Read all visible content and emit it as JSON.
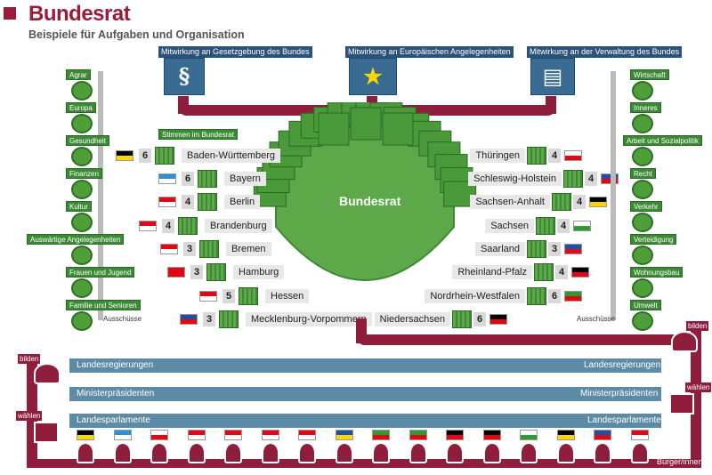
{
  "header": {
    "title": "Bundesrat",
    "subtitle": "Beispiele für Aufgaben und Organisation"
  },
  "tasks": [
    {
      "label": "Mitwirkung an Gesetzgebung des Bundes",
      "icon": "paragraph-icon",
      "glyph": "§"
    },
    {
      "label": "Mitwirkung an Europäischen Angelegenheiten",
      "icon": "eu-globe-icon",
      "glyph": "★"
    },
    {
      "label": "Mitwirkung an der Verwaltung des Bundes",
      "icon": "files-icon",
      "glyph": "▤"
    }
  ],
  "chamber_label": "Bundesrat",
  "votes_label": "Stimmen im Bundesrat",
  "committees_left": [
    "Agrar",
    "Europa",
    "Gesundheit",
    "Finanzen",
    "Kultur",
    "Auswärtige Angelegenheiten",
    "Frauen und Jugend",
    "Familie und Senioren"
  ],
  "committees_right": [
    "Wirtschaft",
    "Inneres",
    "Arbeit und Sozialpolitik",
    "Recht",
    "Verkehr",
    "Verteidigung",
    "Wohnungsbau",
    "Umwelt"
  ],
  "committees_caption": "Ausschüsse",
  "states_left": [
    {
      "name": "Baden-Württemberg",
      "votes": "6",
      "flag": [
        "#000000",
        "#ffd700"
      ]
    },
    {
      "name": "Bayern",
      "votes": "6",
      "flag": [
        "#2f8fd8",
        "#ffffff"
      ]
    },
    {
      "name": "Berlin",
      "votes": "4",
      "flag": [
        "#e30613",
        "#ffffff"
      ]
    },
    {
      "name": "Brandenburg",
      "votes": "4",
      "flag": [
        "#e30613",
        "#ffffff"
      ]
    },
    {
      "name": "Bremen",
      "votes": "3",
      "flag": [
        "#e30613",
        "#ffffff"
      ]
    },
    {
      "name": "Hamburg",
      "votes": "3",
      "flag": [
        "#e30613",
        "#e30613"
      ]
    },
    {
      "name": "Hessen",
      "votes": "5",
      "flag": [
        "#e30613",
        "#ffffff"
      ]
    },
    {
      "name": "Mecklenburg-Vorpommern",
      "votes": "3",
      "flag": [
        "#1f4fa0",
        "#e30613"
      ]
    }
  ],
  "states_right": [
    {
      "name": "Thüringen",
      "votes": "4",
      "flag": [
        "#ffffff",
        "#e30613"
      ]
    },
    {
      "name": "Schleswig-Holstein",
      "votes": "4",
      "flag": [
        "#1f4fa0",
        "#e30613"
      ]
    },
    {
      "name": "Sachsen-Anhalt",
      "votes": "4",
      "flag": [
        "#000000",
        "#ffd700"
      ]
    },
    {
      "name": "Sachsen",
      "votes": "4",
      "flag": [
        "#ffffff",
        "#2f9a2f"
      ]
    },
    {
      "name": "Saarland",
      "votes": "3",
      "flag": [
        "#1f4fa0",
        "#e30613"
      ]
    },
    {
      "name": "Rheinland-Pfalz",
      "votes": "4",
      "flag": [
        "#000000",
        "#e30613"
      ]
    },
    {
      "name": "Nordrhein-Westfalen",
      "votes": "6",
      "flag": [
        "#2f9a2f",
        "#e30613"
      ]
    },
    {
      "name": "Niedersachsen",
      "votes": "6",
      "flag": [
        "#000000",
        "#e30613"
      ]
    }
  ],
  "bands": {
    "landesregierungen": "Landesregierungen",
    "ministerpraesidenten": "Ministerpräsidenten",
    "landesparlamente": "Landesparlamente"
  },
  "actions": {
    "bilden": "bilden",
    "waehlen": "wählen"
  },
  "citizens_label": "Bürger/innen",
  "bottom_flags": [
    [
      "#000000",
      "#ffd700"
    ],
    [
      "#2f8fd8",
      "#ffffff"
    ],
    [
      "#ffffff",
      "#e30613"
    ],
    [
      "#e30613",
      "#ffffff"
    ],
    [
      "#e30613",
      "#ffffff"
    ],
    [
      "#e30613",
      "#ffffff"
    ],
    [
      "#e30613",
      "#ffffff"
    ],
    [
      "#1f4fa0",
      "#ffd700"
    ],
    [
      "#2f9a2f",
      "#e30613"
    ],
    [
      "#2f9a2f",
      "#e30613"
    ],
    [
      "#000000",
      "#e30613"
    ],
    [
      "#000000",
      "#e30613"
    ],
    [
      "#ffffff",
      "#2f9a2f"
    ],
    [
      "#000000",
      "#ffd700"
    ],
    [
      "#1f4fa0",
      "#e30613"
    ],
    [
      "#e30613",
      "#ffffff"
    ]
  ],
  "colors": {
    "maroon": "#8f1e3c",
    "green": "#3d8a36",
    "blue": "#2b5278",
    "band": "#5d8aa5"
  }
}
